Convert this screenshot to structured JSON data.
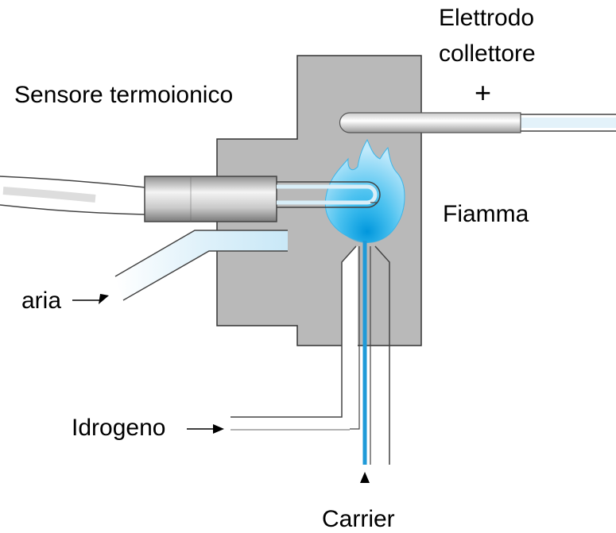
{
  "labels": {
    "sensor": "Sensore termoionico",
    "electrode_line1": "Elettrodo",
    "electrode_line2": "collettore",
    "plus": "+",
    "flame": "Fiamma",
    "air": "aria",
    "hydrogen": "Idrogeno",
    "carrier": "Carrier"
  },
  "colors": {
    "body": "#b9b9b9",
    "outline": "#333333",
    "carrier_line": "#1f9ad8",
    "flame_outer": "#58c8f0",
    "flame_inner": "#0aa6e6",
    "air_tube": "#dff1fa"
  }
}
